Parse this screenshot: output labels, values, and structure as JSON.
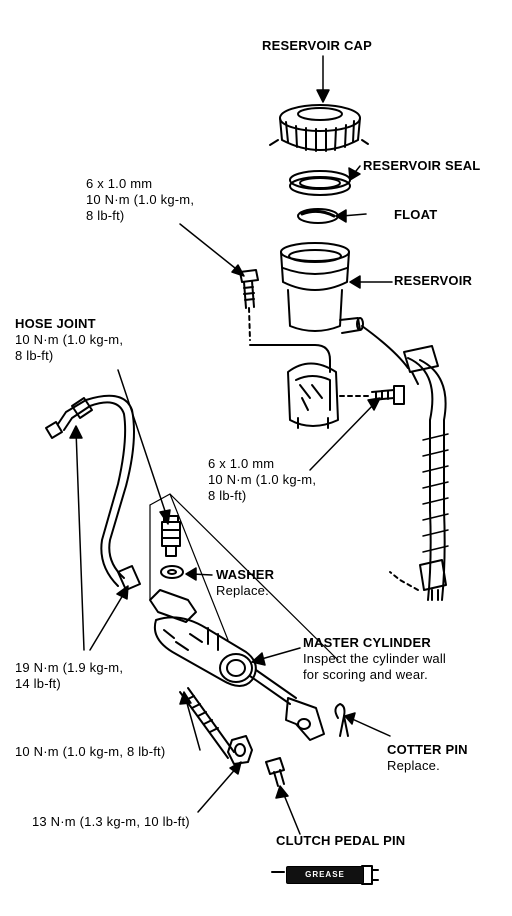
{
  "labels": {
    "reservoir_cap": "RESERVOIR CAP",
    "reservoir_seal": "RESERVOIR SEAL",
    "float": "FLOAT",
    "reservoir": "RESERVOIR",
    "bolt_top": {
      "l1": "6 x 1.0 mm",
      "l2": "10 N·m (1.0 kg-m,",
      "l3": "8 lb-ft)"
    },
    "hose_joint": {
      "title": "HOSE JOINT",
      "l2": "10 N·m (1.0 kg-m,",
      "l3": "8 lb-ft)"
    },
    "bolt_mid": {
      "l1": "6 x 1.0 mm",
      "l2": "10 N·m (1.0 kg-m,",
      "l3": "8 lb-ft)"
    },
    "washer": {
      "title": "WASHER",
      "note": "Replace."
    },
    "master_cylinder": {
      "title": "MASTER CYLINDER",
      "note1": "Inspect the cylinder wall",
      "note2": "for scoring and wear."
    },
    "torque_pipe": {
      "l1": "19 N·m (1.9 kg-m,",
      "l2": "14 lb-ft)"
    },
    "torque_stud": "10 N·m (1.0 kg-m, 8 lb-ft)",
    "cotter_pin": {
      "title": "COTTER PIN",
      "note": "Replace."
    },
    "torque_nut": "13 N·m (1.3 kg-m, 10 lb-ft)",
    "clutch_pedal_pin": "CLUTCH PEDAL PIN"
  },
  "logo_text": "GREASE"
}
